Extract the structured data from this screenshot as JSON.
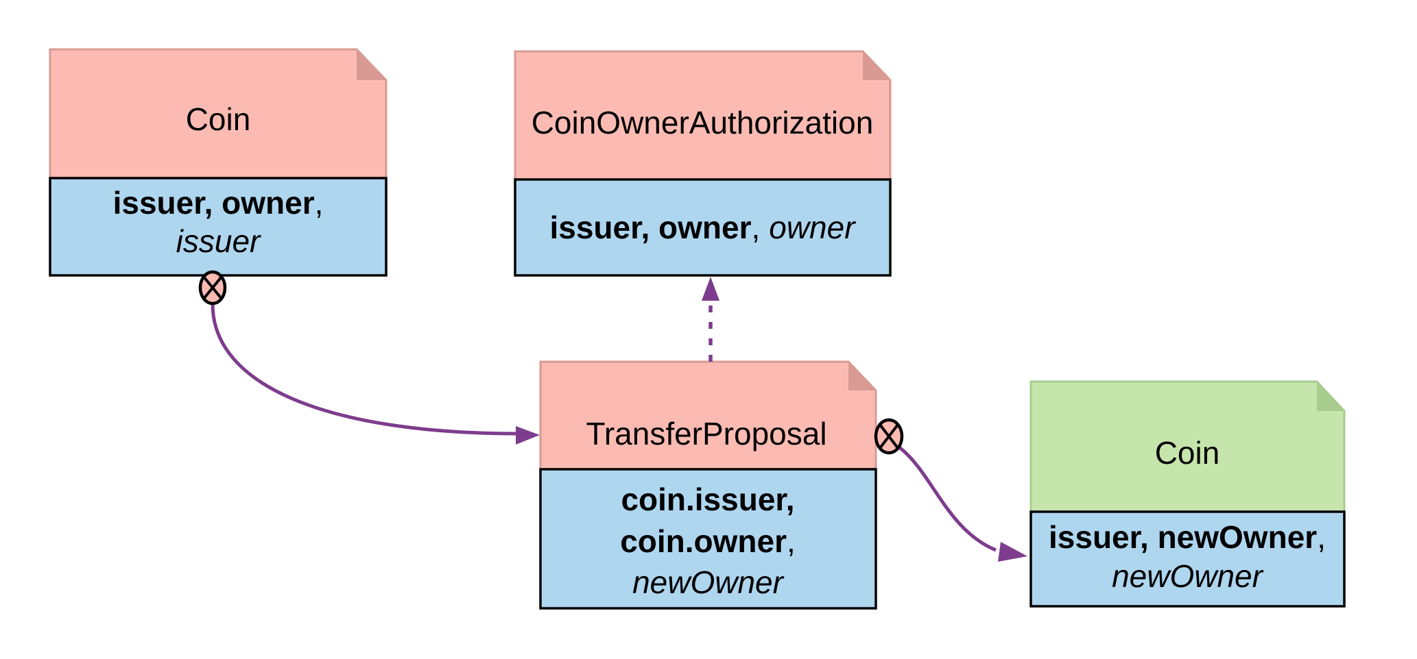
{
  "palette": {
    "background": "#FFFFFF",
    "template_fill": "#FBBBB3",
    "template_edge": "#D89A93",
    "new_template_fill": "#C6E5AC",
    "new_template_edge": "#A8CB8E",
    "party_fill": "#AFD6EF",
    "outline": "#000000",
    "arrow": "#7D3C8D",
    "choice_fill": "#FBBBB3"
  },
  "icons": {
    "consuming_choice": "circled-x ⊗"
  },
  "diagram": {
    "boxes": [
      {
        "title": "Coin",
        "variant": "template",
        "body_lines": [
          {
            "segments": [
              {
                "text": "issuer, owner",
                "style": "bold"
              },
              {
                "text": ",",
                "style": "regular"
              }
            ]
          },
          {
            "segments": [
              {
                "text": "issuer",
                "style": "italic"
              }
            ]
          }
        ]
      },
      {
        "title": "CoinOwnerAuthorization",
        "variant": "template",
        "body_lines": [
          {
            "segments": [
              {
                "text": "issuer, owner",
                "style": "bold"
              },
              {
                "text": ",",
                "style": "regular"
              },
              {
                "text": "owner",
                "style": "italic"
              }
            ]
          }
        ]
      },
      {
        "title": "TransferProposal",
        "variant": "template",
        "body_lines": [
          {
            "segments": [
              {
                "text": "coin.issuer,",
                "style": "bold"
              }
            ]
          },
          {
            "segments": [
              {
                "text": "coin.owner",
                "style": "bold"
              },
              {
                "text": ",",
                "style": "regular"
              }
            ]
          },
          {
            "segments": [
              {
                "text": "newOwner",
                "style": "italic"
              }
            ]
          }
        ]
      },
      {
        "title": "Coin",
        "variant": "new-contract",
        "body_lines": [
          {
            "segments": [
              {
                "text": "issuer, newOwner",
                "style": "bold"
              },
              {
                "text": ",",
                "style": "regular"
              }
            ]
          },
          {
            "segments": [
              {
                "text": "newOwner",
                "style": "italic"
              }
            ]
          }
        ]
      }
    ]
  }
}
